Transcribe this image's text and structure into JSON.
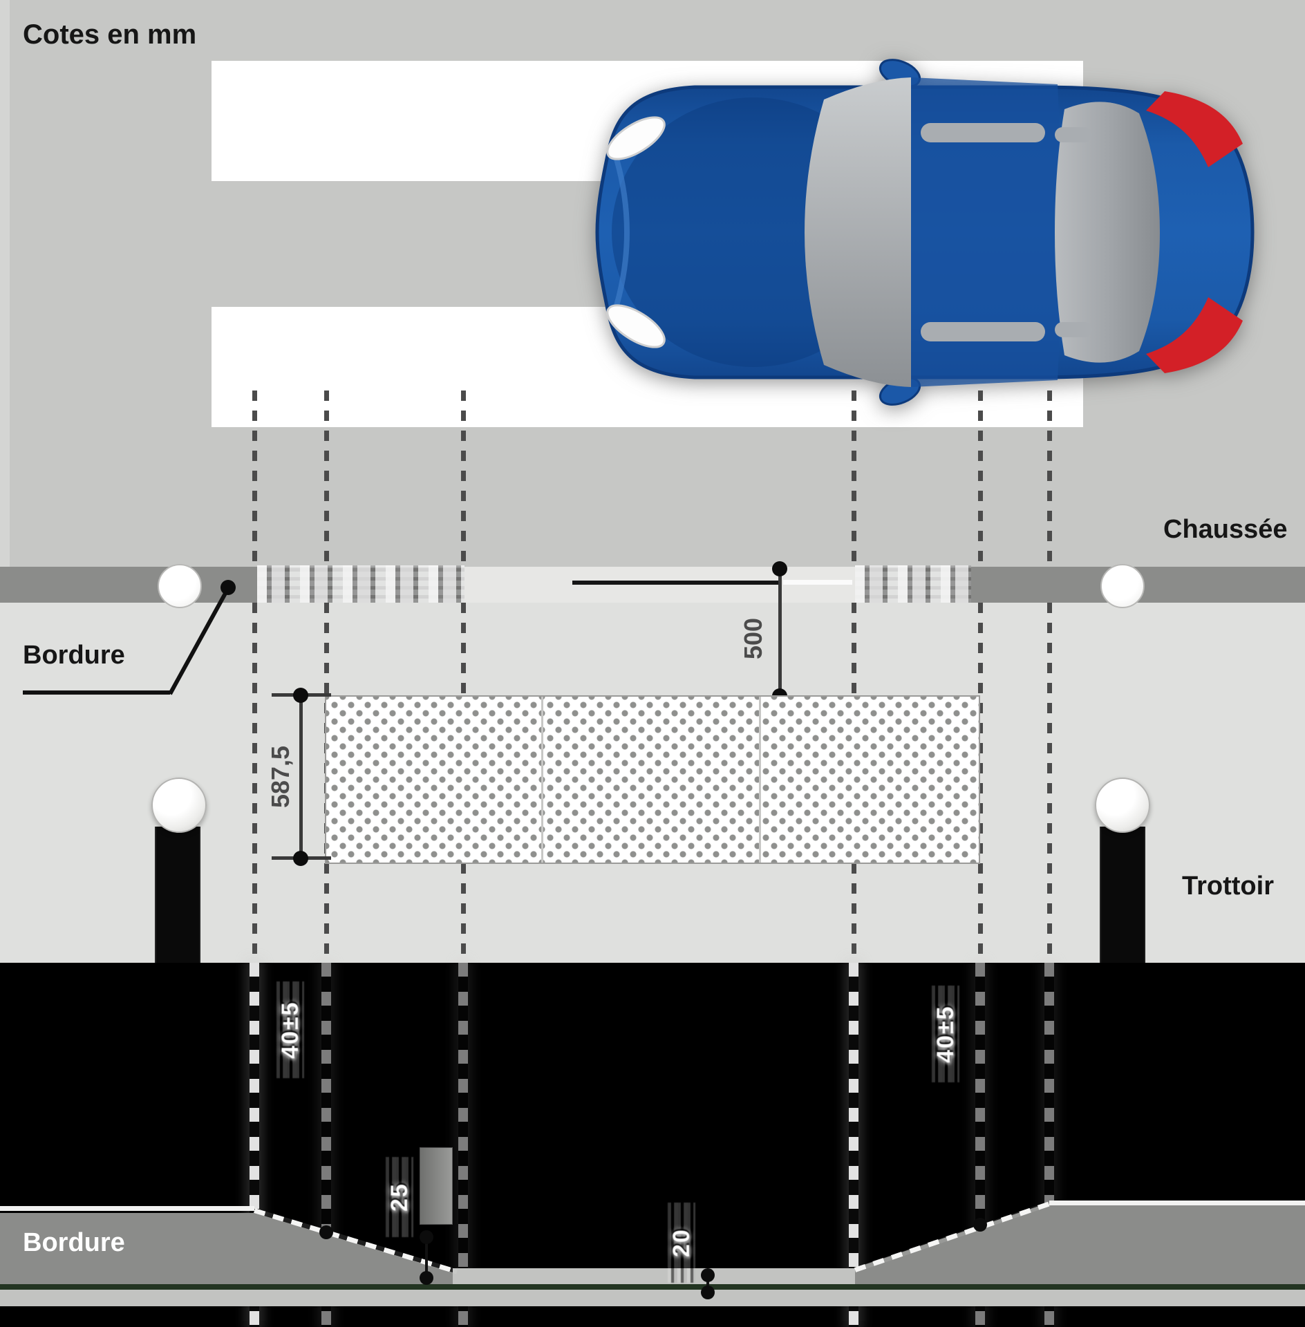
{
  "annotations": {
    "units_note": "Cotes en mm",
    "road_label": "Chaussée",
    "sidewalk_label": "Trottoir",
    "kerb_label_plan": "Bordure",
    "kerb_label_section": "Bordure"
  },
  "dimensions_mm": {
    "kerb_to_band_offset": "500",
    "band_depth": "587,5",
    "kerb_height_left": "40±5",
    "kerb_height_right": "40±5",
    "lowered_kerb_height": "25",
    "flush_step": "20"
  },
  "colors": {
    "road": "#c6c7c5",
    "sidewalk": "#dfe0de",
    "kerb_band": "#8b8c8a",
    "section_background": "#000000",
    "crosswalk_stripe": "#ffffff",
    "car_body_blue": "#1b55a5",
    "taillight_red": "#d32027",
    "tactile_band_dot": "#8f908e",
    "dimension_text": "#4b4b4b"
  }
}
